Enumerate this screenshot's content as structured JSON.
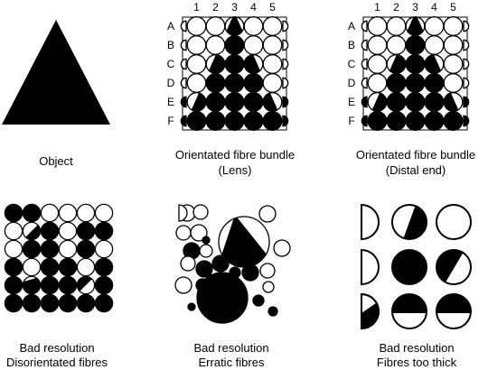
{
  "panels": [
    {
      "id": "object",
      "caption": [
        "Object"
      ]
    },
    {
      "id": "lens",
      "caption": [
        "Orientated fibre bundle",
        "(Lens)"
      ]
    },
    {
      "id": "distal",
      "caption": [
        "Orientated fibre bundle",
        "(Distal end)"
      ]
    },
    {
      "id": "disoriented",
      "caption": [
        "Bad resolution",
        "Disorientated fibres"
      ]
    },
    {
      "id": "erratic",
      "caption": [
        "Bad resolution",
        "Erratic fibres"
      ]
    },
    {
      "id": "thick",
      "caption": [
        "Bad resolution",
        "Fibres too thick"
      ]
    }
  ],
  "grid": {
    "columns": [
      "1",
      "2",
      "3",
      "4",
      "5"
    ],
    "rows": [
      "A",
      "B",
      "C",
      "D",
      "E",
      "F"
    ]
  },
  "colors": {
    "ink": "#000000",
    "paper": "#ffffff"
  }
}
